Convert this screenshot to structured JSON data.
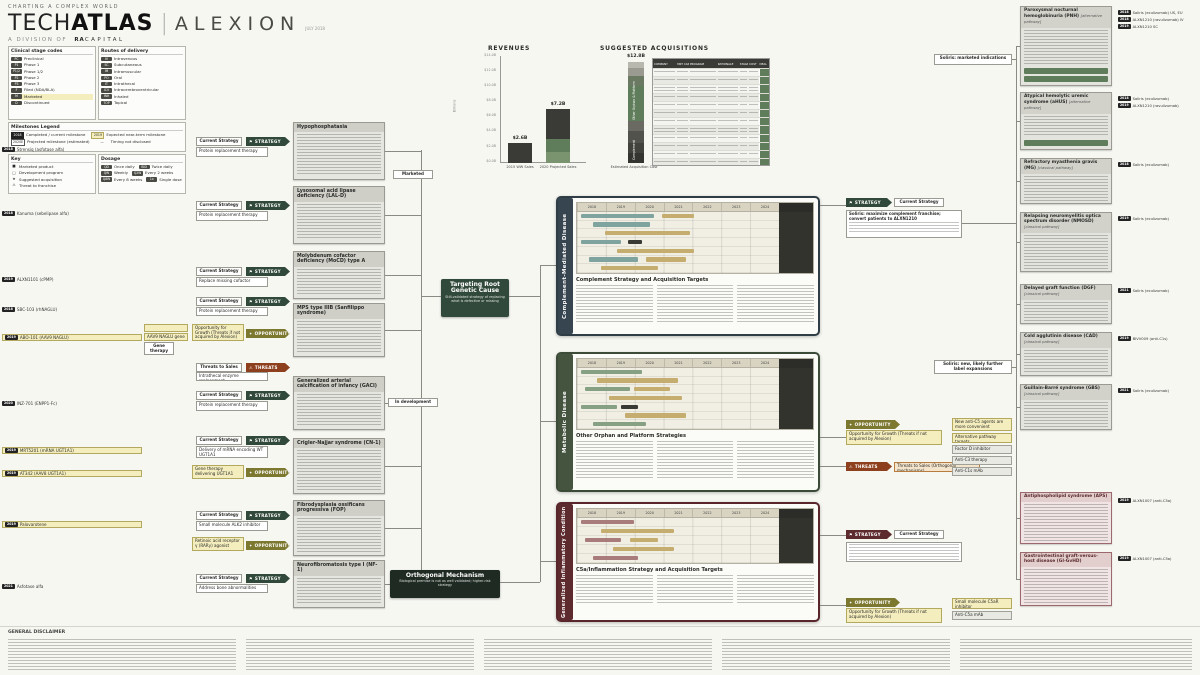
{
  "icons": {
    "strategy": "⚑",
    "opportunity": "✦",
    "threats": "⚠",
    "divider": "|"
  },
  "header": {
    "kicker": "CHARTING A COMPLEX WORLD",
    "brand_a": "TECH",
    "brand_b": "ATLAS",
    "brand_c": "ALEXION",
    "date": "JULY 2018",
    "division_prefix": "A DIVISION OF",
    "division_a": "RA",
    "division_b": "CAPITAL"
  },
  "legend": {
    "clinical": {
      "title": "Clinical stage codes",
      "rows": [
        {
          "code": "PC",
          "label": "Preclinical"
        },
        {
          "code": "P1",
          "label": "Phase 1"
        },
        {
          "code": "P1/2",
          "label": "Phase 1/2"
        },
        {
          "code": "P2",
          "label": "Phase 2"
        },
        {
          "code": "P3",
          "label": "Phase 3"
        },
        {
          "code": "F",
          "label": "Filed (NDA/BLA)"
        },
        {
          "code": "M",
          "label": "Marketed",
          "style": "hl"
        },
        {
          "code": "D",
          "label": "Discontinued"
        }
      ]
    },
    "routes": {
      "title": "Routes of delivery",
      "rows": [
        {
          "code": "IV",
          "label": "Intravenous"
        },
        {
          "code": "SC",
          "label": "Subcutaneous"
        },
        {
          "code": "IM",
          "label": "Intramuscular"
        },
        {
          "code": "PO",
          "label": "Oral"
        },
        {
          "code": "IT",
          "label": "Intrathecal"
        },
        {
          "code": "ICV",
          "label": "Intracerebroventricular"
        },
        {
          "code": "INH",
          "label": "Inhaled"
        },
        {
          "code": "TOP",
          "label": "Topical"
        }
      ]
    },
    "milestones": {
      "title": "Milestones Legend",
      "rows": [
        {
          "chip": "2018",
          "label": "Completed / current milestone",
          "style": "black"
        },
        {
          "chip": "2019",
          "label": "Expected near-term milestone",
          "style": "yellow"
        },
        {
          "chip": "2020E",
          "label": "Projected milestone (estimated)",
          "style": "outline"
        },
        {
          "chip": "—",
          "label": "Timing not disclosed",
          "style": "plain"
        }
      ]
    },
    "key": {
      "title": "Key",
      "rows": [
        {
          "sym": "■",
          "label": "Marketed product"
        },
        {
          "sym": "□",
          "label": "Development program"
        },
        {
          "sym": "★",
          "label": "Suggested acquisition"
        },
        {
          "sym": "⚠",
          "label": "Threat to franchise"
        }
      ]
    },
    "dosage": {
      "title": "Dosage",
      "rows": [
        {
          "code": "QD",
          "label": "Once daily"
        },
        {
          "code": "BID",
          "label": "Twice daily"
        },
        {
          "code": "QW",
          "label": "Weekly"
        },
        {
          "code": "Q2W",
          "label": "Every 2 weeks"
        },
        {
          "code": "Q8W",
          "label": "Every 8 weeks"
        },
        {
          "code": "1x",
          "label": "Single dose"
        }
      ]
    }
  },
  "spine": {
    "marketed": "Marketed",
    "in_development": "In development",
    "root_title": "Targeting Root Genetic Cause",
    "root_sub": "Still-validated strategy of replacing what is defective or missing",
    "orth_title": "Orthogonal Mechanism",
    "orth_sub": "Biological premise is not as well validated; higher-risk strategy"
  },
  "tracks": [
    {
      "drug": "Strensiq (asfotase alfa)",
      "chip": "2018",
      "strategy": "STRATEGY",
      "current": "Current Strategy",
      "approach": "Protein replacement therapy",
      "disease": "Hypophosphatasia"
    },
    {
      "drug": "Kanuma (sebelipase alfa)",
      "chip": "2018",
      "strategy": "STRATEGY",
      "current": "Current Strategy",
      "approach": "Protein replacement therapy",
      "disease": "Lysosomal acid lipase deficiency (LAL-D)"
    },
    {
      "drug": "ALXN1101 (cPMP)",
      "chip": "2019",
      "strategy": "STRATEGY",
      "current": "Current Strategy",
      "approach": "Replace missing cofactor",
      "disease": "Molybdenum cofactor deficiency (MoCD) type A"
    },
    {
      "drug": "SBC-103 (rhNAGLU)",
      "chip": "2018",
      "drug2": "ABO-101 (AAV9 NAGLU)",
      "chip2": "2019",
      "strategy": "STRATEGY",
      "current": "Current Strategy",
      "approach": "Protein replacement therapy",
      "opportunity": "OPPORTUNITY",
      "opp_main": "Opportunity for Growth (Threats if not acquired by Alexion)",
      "opp_a": "Direct brain injection",
      "opp_b": "AAV9 NAGLU gene therapy",
      "gene_label": "Gene therapy",
      "threats": "THREATS",
      "threats_main": "Threats to Sales",
      "threat_box": "Intrathecal enzyme replacement",
      "disease": "MPS type IIIB (Sanfilippo syndrome)"
    },
    {
      "drug": "INZ-701 (ENPP1-Fc)",
      "chip": "2020",
      "strategy": "STRATEGY",
      "current": "Current Strategy",
      "approach": "Protein replacement therapy",
      "disease": "Generalized arterial calcification of infancy (GACI)"
    },
    {
      "drug": "MRT5201 (mRNA UGT1A1)",
      "chip": "2019",
      "drug2": "AT342 (AAV8 UGT1A1)",
      "chip2": "2019",
      "strategy": "STRATEGY",
      "current": "Current Strategy",
      "approach": "Delivery of mRNA encoding WT UGT1A1",
      "opportunity": "OPPORTUNITY",
      "opp_main": "Gene therapy delivering UGT1A1",
      "disease": "Crigler-Najjar syndrome (CN-1)"
    },
    {
      "drug": "Palovarotene",
      "chip": "2019",
      "strategy": "STRATEGY",
      "current": "Current Strategy",
      "approach": "Small molecule ALK2 inhibitor",
      "opportunity": "OPPORTUNITY",
      "opp_main": "Retinoic acid receptor γ (RARγ) agonist",
      "disease": "Fibrodysplasia ossificans progressiva (FOP)"
    },
    {
      "drug": "Asfotase alfa",
      "chip": "2021",
      "strategy": "STRATEGY",
      "current": "Current Strategy",
      "approach": "Address bone abnormalities",
      "disease": "Neurofibromatosis type I (NF-1)"
    }
  ],
  "revenues": {
    "title": "REVENUES",
    "ylabel": "Billions",
    "yticks": [
      "$14.0B",
      "$12.0B",
      "$10.0B",
      "$8.0B",
      "$6.0B",
      "$4.0B",
      "$2.0B",
      "$0.0B"
    ],
    "bar1_label": "$2.6B",
    "bar1_cat": "2015 WW Sales",
    "bar2_label": "$7.2B",
    "bar2_cat": "2020 Projected Sales",
    "bar2_segments": [
      {
        "h": 55,
        "c": "#3a3a36"
      },
      {
        "h": 25,
        "c": "#5f7d5a"
      },
      {
        "h": 20,
        "c": "#79946f"
      }
    ]
  },
  "acquisitions": {
    "title": "SUGGESTED ACQUISITIONS",
    "cost_label": "$12.8B",
    "cost_caption": "Estimated Acquisition Cost",
    "band_a": "Complement",
    "band_b": "Other Orphan & Platform",
    "cost_segments": [
      {
        "h": 6,
        "c": "#b8b8ae"
      },
      {
        "h": 8,
        "c": "#9a9a90"
      },
      {
        "h": 10,
        "c": "#6a7a62"
      },
      {
        "h": 34,
        "c": "#5f7d5a"
      },
      {
        "h": 10,
        "c": "#6a6a62"
      },
      {
        "h": 12,
        "c": "#52524c"
      },
      {
        "h": 10,
        "c": "#42423c"
      },
      {
        "h": 10,
        "c": "#343430"
      }
    ],
    "table": {
      "columns": [
        "COMPANY",
        "MKT CAP",
        "PROGRAM",
        "RATIONALE",
        "STAGE",
        "COST",
        "DEAL"
      ],
      "row_count": 12
    }
  },
  "panels": {
    "complement": {
      "band": "Complement-Mediated Disease",
      "years": [
        "2018",
        "2019",
        "2020",
        "2021",
        "2022",
        "2023",
        "2024"
      ],
      "heading": "Complement Strategy and Acquisition Targets",
      "gantt": [
        [
          {
            "l": 2,
            "w": 36,
            "c": "#7fa39e"
          },
          {
            "l": 42,
            "w": 16,
            "c": "#c4ad6e"
          }
        ],
        [
          {
            "l": 8,
            "w": 28,
            "c": "#7fa39e"
          }
        ],
        [
          {
            "l": 14,
            "w": 42,
            "c": "#c4ad6e"
          }
        ],
        [
          {
            "l": 2,
            "w": 20,
            "c": "#7fa39e"
          },
          {
            "l": 25,
            "w": 7,
            "c": "#3a3a35"
          }
        ],
        [
          {
            "l": 20,
            "w": 38,
            "c": "#c4ad6e"
          }
        ],
        [
          {
            "l": 6,
            "w": 24,
            "c": "#7fa39e"
          },
          {
            "l": 34,
            "w": 20,
            "c": "#c4ad6e"
          }
        ],
        [
          {
            "l": 12,
            "w": 28,
            "c": "#c4ad6e"
          }
        ]
      ]
    },
    "metabolic": {
      "band": "Metabolic Disease",
      "years": [
        "2018",
        "2019",
        "2020",
        "2021",
        "2022",
        "2023",
        "2024"
      ],
      "heading": "Other Orphan and Platform Strategies",
      "gantt": [
        [
          {
            "l": 2,
            "w": 30,
            "c": "#86a083"
          }
        ],
        [
          {
            "l": 10,
            "w": 40,
            "c": "#c4ad6e"
          }
        ],
        [
          {
            "l": 4,
            "w": 22,
            "c": "#86a083"
          },
          {
            "l": 28,
            "w": 18,
            "c": "#c4ad6e"
          }
        ],
        [
          {
            "l": 16,
            "w": 36,
            "c": "#c4ad6e"
          }
        ],
        [
          {
            "l": 2,
            "w": 18,
            "c": "#86a083"
          },
          {
            "l": 22,
            "w": 8,
            "c": "#3a3a35"
          }
        ],
        [
          {
            "l": 24,
            "w": 30,
            "c": "#c4ad6e"
          }
        ],
        [
          {
            "l": 8,
            "w": 26,
            "c": "#86a083"
          }
        ]
      ]
    },
    "inflammatory": {
      "band": "Generalized Inflammatory Condition",
      "years": [
        "2018",
        "2019",
        "2020",
        "2021",
        "2022",
        "2023",
        "2024"
      ],
      "heading": "C5a/Inflammation Strategy and Acquisition Targets",
      "gantt": [
        [
          {
            "l": 2,
            "w": 26,
            "c": "#a97c7c"
          }
        ],
        [
          {
            "l": 12,
            "w": 36,
            "c": "#c4ad6e"
          }
        ],
        [
          {
            "l": 4,
            "w": 18,
            "c": "#a97c7c"
          },
          {
            "l": 26,
            "w": 14,
            "c": "#c4ad6e"
          }
        ],
        [
          {
            "l": 18,
            "w": 30,
            "c": "#c4ad6e"
          }
        ],
        [
          {
            "l": 8,
            "w": 22,
            "c": "#a97c7c"
          }
        ]
      ]
    }
  },
  "complement_cluster": {
    "strategy": "STRATEGY",
    "current": "Current Strategy",
    "current_box": "Soliris: maximize complement franchise; convert patients to ALXN1210",
    "opportunity": "OPPORTUNITY",
    "opp_main": "Opportunity for Growth (Threats if not acquired by Alexion)",
    "threats": "THREATS",
    "threats_main": "Threats to Sales (Orthogonal mechanisms)",
    "opp_a": "New anti-C5 agents are more convenient",
    "opp_b": "Alternative pathway targets",
    "th_a": "Factor D inhibitor",
    "th_b": "Anti-C3 therapy",
    "th_c": "Anti-C1s mAb"
  },
  "inflammatory_cluster": {
    "strategy": "STRATEGY",
    "current": "Current Strategy",
    "opportunity": "OPPORTUNITY",
    "opp_main": "Opportunity for Growth (Threats if not acquired by Alexion)",
    "opp_a": "Small molecule C5aR inhibitor",
    "opp_b": "Anti-C5a mAb"
  },
  "soliris": {
    "marketed": "Soliris: marketed indications",
    "further": "Soliris: new, likely further label expansions"
  },
  "right_cards": {
    "pnh": {
      "title": "Paroxysmal nocturnal hemoglobinuria (PNH)",
      "tag": "[alternative pathway]"
    },
    "ahus": {
      "title": "Atypical hemolytic uremic syndrome (aHUS)",
      "tag": "[alternative pathway]"
    },
    "mg": {
      "title": "Refractory myasthenia gravis (MG)",
      "tag": "[classical pathway]"
    },
    "nmosd": {
      "title": "Relapsing neuromyelitis optica spectrum disorder (NMOSD)",
      "tag": "[classical pathway]"
    },
    "dgf": {
      "title": "Delayed graft function (DGF)",
      "tag": "[classical pathway]"
    },
    "cad": {
      "title": "Cold agglutinin disease (CAD)",
      "tag": "[classical pathway]"
    },
    "gbs": {
      "title": "Guillain-Barré syndrome (GBS)",
      "tag": "[classical pathway]"
    },
    "aps": {
      "title": "Antiphospholipid syndrome (APS)",
      "tag": ""
    },
    "gvhd": {
      "title": "Gastrointestinal graft-versus-host disease (GI-GvHD)",
      "tag": ""
    }
  },
  "right_drugs": {
    "pnh": [
      {
        "chip": "2018",
        "name": "Soliris (eculizumab) US, EU"
      },
      {
        "chip": "2018",
        "name": "ALXN1210 (ravulizumab) IV"
      },
      {
        "chip": "2019",
        "name": "ALXN1210 SC"
      }
    ],
    "ahus": [
      {
        "chip": "2018",
        "name": "Soliris (eculizumab)"
      },
      {
        "chip": "2019",
        "name": "ALXN1210 (ravulizumab)"
      }
    ],
    "mg": [
      {
        "chip": "2018",
        "name": "Soliris (eculizumab)"
      }
    ],
    "nmosd": [
      {
        "chip": "2019",
        "name": "Soliris (eculizumab)"
      }
    ],
    "dgf": [
      {
        "chip": "2021",
        "name": "Soliris (eculizumab)"
      }
    ],
    "cad": [
      {
        "chip": "2019",
        "name": "BIVV009 (anti-C1s)"
      }
    ],
    "gbs": [
      {
        "chip": "2021",
        "name": "Soliris (eculizumab)"
      }
    ],
    "aps": [
      {
        "chip": "2019",
        "name": "ALXN1007 (anti-C5a)"
      }
    ],
    "gvhd": [
      {
        "chip": "2019",
        "name": "ALXN1007 (anti-C5a)"
      }
    ]
  },
  "footer": {
    "title": "GENERAL DISCLAIMER"
  },
  "chart_data": [
    {
      "type": "bar",
      "title": "REVENUES",
      "categories": [
        "2015 WW Sales",
        "2020 Projected Sales"
      ],
      "values": [
        2.6,
        7.2
      ],
      "value_labels": [
        "$2.6B",
        "$7.2B"
      ],
      "ylabel": "Billions",
      "ylim": [
        0,
        14
      ],
      "grid": false
    },
    {
      "type": "bar",
      "title": "SUGGESTED ACQUISITIONS",
      "categories": [
        "Estimated Acquisition Cost"
      ],
      "values": [
        12.8
      ],
      "value_labels": [
        "$12.8B"
      ],
      "note": "stacked bar of suggested acquisition targets alongside a 12-row target table"
    }
  ]
}
